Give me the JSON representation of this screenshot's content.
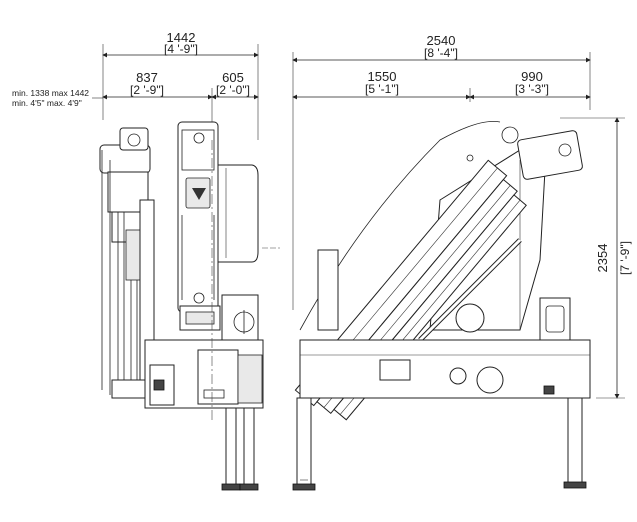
{
  "front_view": {
    "overall_width": {
      "mm": "1442",
      "ftin": "[4 '-9\"]"
    },
    "left_part": {
      "mm": "837",
      "ftin": "[2 '-9\"]"
    },
    "right_part": {
      "mm": "605",
      "ftin": "[2 '-0\"]"
    },
    "note_line1": "min. 1338 max 1442",
    "note_line2": "min. 4'5\" max. 4'9\""
  },
  "side_view": {
    "overall_length": {
      "mm": "2540",
      "ftin": "[8 '-4\"]"
    },
    "left_part": {
      "mm": "1550",
      "ftin": "[5 '-1\"]"
    },
    "right_part": {
      "mm": "990",
      "ftin": "[3 '-3\"]"
    },
    "height": {
      "mm": "2354",
      "ftin": "[7 '-9\"]"
    }
  }
}
